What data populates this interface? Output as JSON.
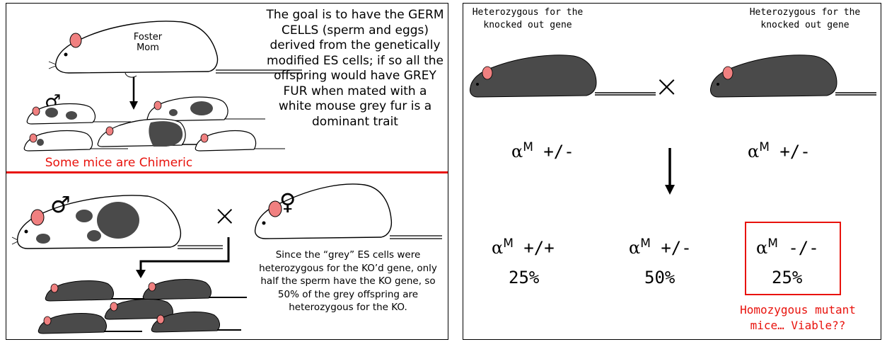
{
  "left": {
    "foster_label_line1": "Foster",
    "foster_label_line2": "Mom",
    "goal_text": "The goal is to have the GERM CELLS (sperm and eggs) derived from the genetically modified ES cells; if so all the offspring would have GREY FUR when mated with a white mouse grey fur is a dominant trait",
    "chimeric_caption": "Some mice are Chimeric",
    "male_symbol": "♂",
    "female_symbol": "♀",
    "cross_symbol": "×",
    "explanation_text": "Since the “grey” ES cells were heterozygous for the KO’d gene, only half the sperm have the KO gene, so 50% of the grey offspring are heterozygous for the KO."
  },
  "right": {
    "parent_left_label": "Heterozygous for the knocked out gene",
    "parent_right_label": "Heterozygous for the knocked out gene",
    "cross_symbol": "×",
    "parent_left_genotype": "α",
    "parent_left_sup": "M",
    "parent_left_alleles": "+/-",
    "parent_right_genotype": "α",
    "parent_right_sup": "M",
    "parent_right_alleles": "+/-",
    "offspring": [
      {
        "greek": "α",
        "sup": "M",
        "alleles": "+/+",
        "percent": "25%"
      },
      {
        "greek": "α",
        "sup": "M",
        "alleles": "+/-",
        "percent": "50%"
      },
      {
        "greek": "α",
        "sup": "M",
        "alleles": "-/-",
        "percent": "25%"
      }
    ],
    "homozygous_caption_line1": "Homozygous mutant",
    "homozygous_caption_line2": "mice… Viable??"
  },
  "colors": {
    "accent_red": "#e8120c",
    "grey_mouse": "#4a4a4a",
    "white_mouse": "#ffffff",
    "ear_pink": "#f08080"
  }
}
